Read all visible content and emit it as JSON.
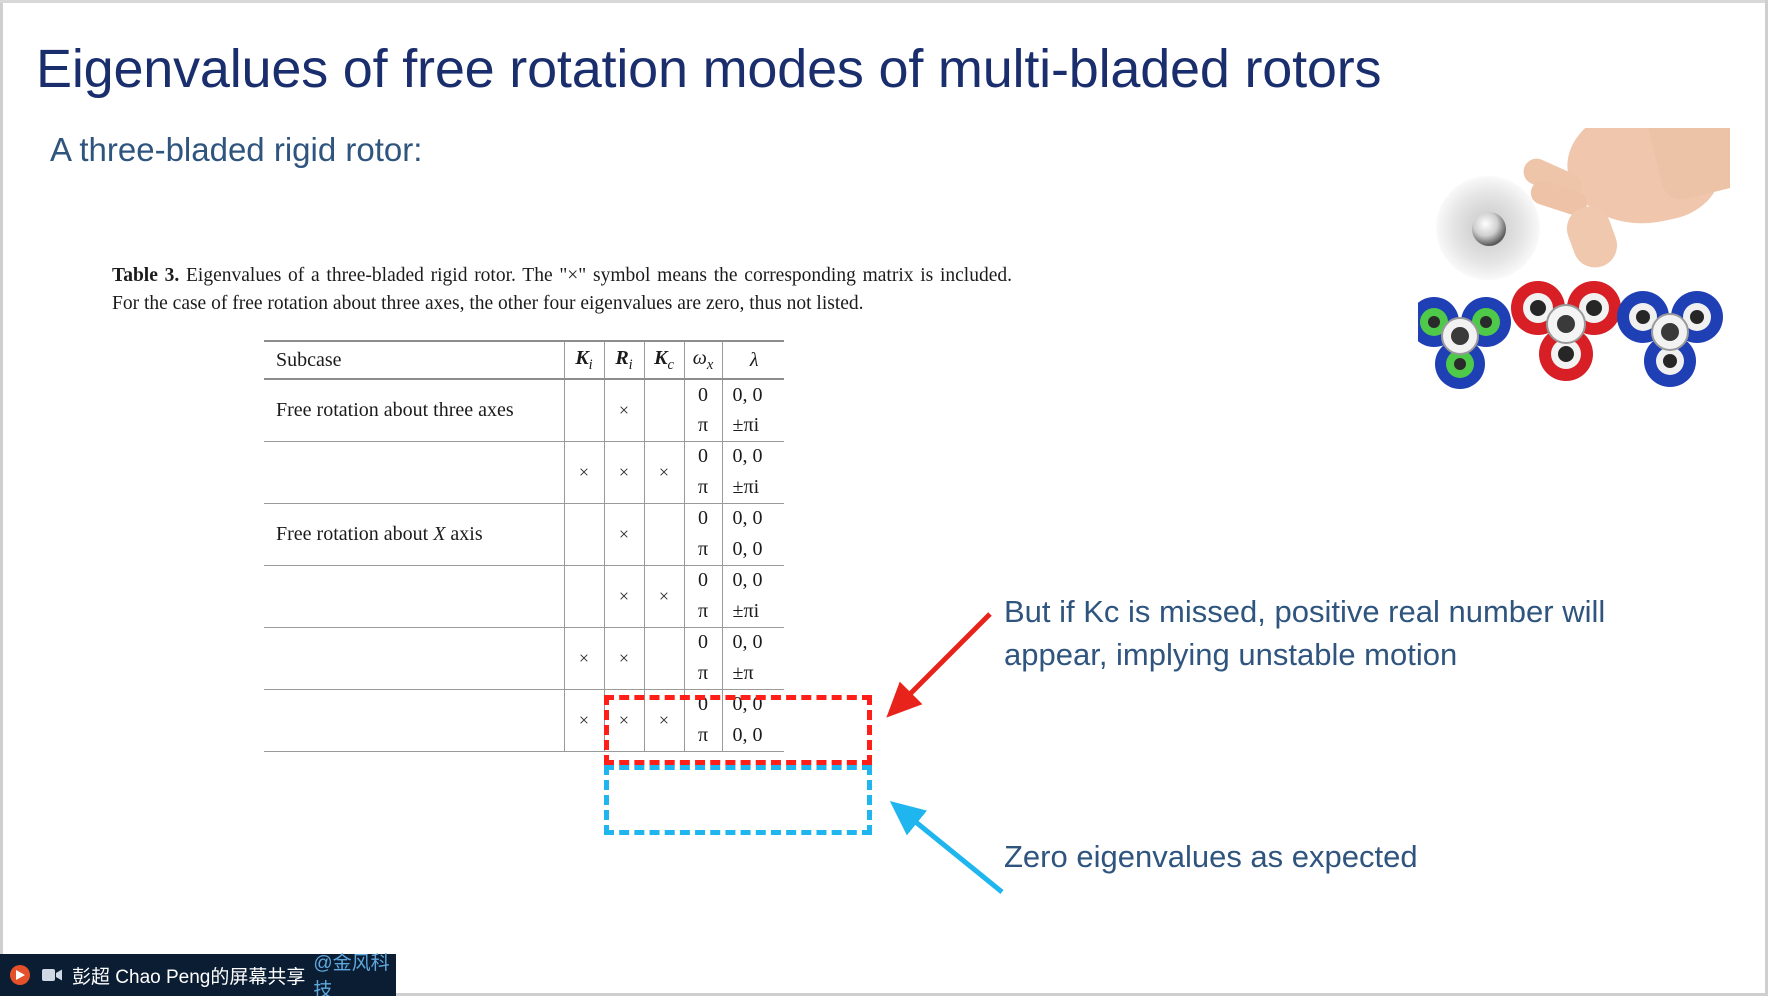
{
  "slide": {
    "title": "Eigenvalues of free rotation modes of multi-bladed rotors",
    "subtitle": "A three-bladed rigid rotor:",
    "title_color": "#1a2e6e",
    "subtitle_color": "#2f557f"
  },
  "table": {
    "caption_label": "Table 3.",
    "caption_text": " Eigenvalues of a three-bladed rigid rotor. The \"×\" symbol means the corresponding matrix is included. For the case of free rotation about three axes, the other four eigenvalues are zero, thus not listed.",
    "headers": {
      "subcase": "Subcase",
      "ki": "K",
      "ki_sub": "i",
      "ri": "R",
      "ri_sub": "i",
      "kc": "K",
      "kc_sub": "c",
      "omega": "ω",
      "omega_sub": "x",
      "lambda": "λ"
    },
    "rows": [
      {
        "subcase": "Free rotation about three axes",
        "ki": "",
        "ri": "×",
        "kc": "",
        "lines": [
          {
            "omega": "0",
            "lambda": "0, 0"
          },
          {
            "omega": "π",
            "lambda": "±πi"
          }
        ],
        "highlight": "none"
      },
      {
        "subcase": "",
        "ki": "×",
        "ri": "×",
        "kc": "×",
        "lines": [
          {
            "omega": "0",
            "lambda": "0, 0"
          },
          {
            "omega": "π",
            "lambda": "±πi"
          }
        ],
        "highlight": "none"
      },
      {
        "subcase": "Free rotation about X axis",
        "ki": "",
        "ri": "×",
        "kc": "",
        "lines": [
          {
            "omega": "0",
            "lambda": "0, 0"
          },
          {
            "omega": "π",
            "lambda": "0, 0"
          }
        ],
        "highlight": "none"
      },
      {
        "subcase": "",
        "ki": "",
        "ri": "×",
        "kc": "×",
        "lines": [
          {
            "omega": "0",
            "lambda": "0, 0"
          },
          {
            "omega": "π",
            "lambda": "±πi"
          }
        ],
        "highlight": "none"
      },
      {
        "subcase": "",
        "ki": "×",
        "ri": "×",
        "kc": "",
        "lines": [
          {
            "omega": "0",
            "lambda": "0, 0"
          },
          {
            "omega": "π",
            "lambda": "±π"
          }
        ],
        "highlight": "red"
      },
      {
        "subcase": "",
        "ki": "×",
        "ri": "×",
        "kc": "×",
        "lines": [
          {
            "omega": "0",
            "lambda": "0, 0"
          },
          {
            "omega": "π",
            "lambda": "0, 0"
          }
        ],
        "highlight": "blue"
      }
    ],
    "subcase_row3_prefix": "Free rotation about ",
    "subcase_row3_italic": "X",
    "subcase_row3_suffix": " axis"
  },
  "annotations": {
    "red": {
      "line1": "But if Kc is missed, positive real number will",
      "line2": "appear, implying unstable motion",
      "color": "#2f557f",
      "arrow_color": "#e8231b"
    },
    "blue": {
      "line1": "Zero eigenvalues as expected",
      "color": "#2f557f",
      "arrow_color": "#1fb6ef"
    }
  },
  "highlight_colors": {
    "red": "#ff1f18",
    "blue": "#1fb6ef"
  },
  "taskbar": {
    "label": "彭超 Chao Peng的屏幕共享 ",
    "tag": "@金风科技",
    "bg_color": "#0b1d33",
    "icon1": "share-screen-icon",
    "icon2": "video-camera-icon"
  }
}
